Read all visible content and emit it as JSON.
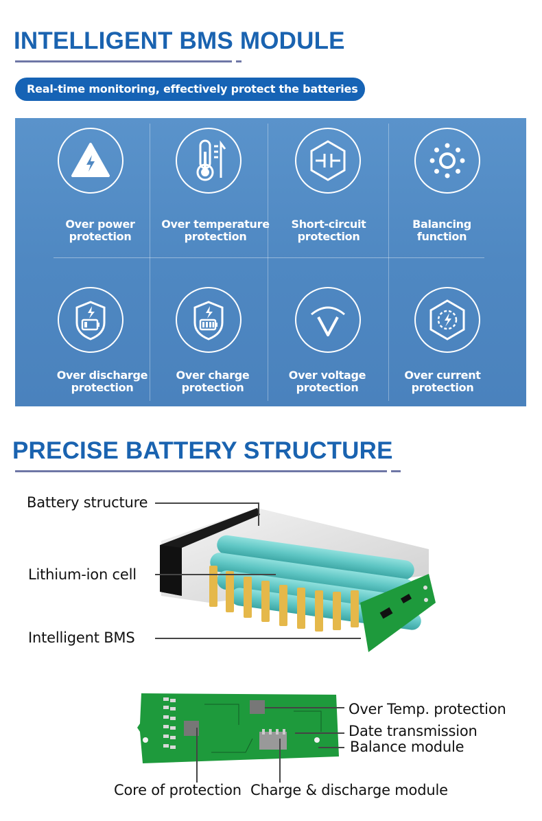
{
  "section1": {
    "title": "INTELLIGENT BMS MODULE",
    "subtitle": "Real-time monitoring, effectively protect the batteries",
    "features": [
      {
        "icon": "lightning-triangle-icon",
        "line1": "Over power",
        "line2": "protection"
      },
      {
        "icon": "thermometer-icon",
        "line1": "Over temperature",
        "line2": "protection"
      },
      {
        "icon": "short-circuit-icon",
        "line1": "Short-circuit",
        "line2": "protection"
      },
      {
        "icon": "balancing-icon",
        "line1": "Balancing",
        "line2": "function"
      },
      {
        "icon": "battery-low-icon",
        "line1": "Over discharge",
        "line2": "protection"
      },
      {
        "icon": "battery-full-icon",
        "line1": "Over charge",
        "line2": "protection"
      },
      {
        "icon": "voltage-gauge-icon",
        "line1": "Over voltage",
        "line2": "protection"
      },
      {
        "icon": "current-hexagon-icon",
        "line1": "Over current",
        "line2": "protection"
      }
    ]
  },
  "section2": {
    "title": "PRECISE BATTERY STRUCTURE",
    "labels": {
      "battery_structure": "Battery structure",
      "lithium_cell": "Lithium-ion cell",
      "intelligent_bms": "Intelligent BMS",
      "over_temp": "Over Temp. protection",
      "date_transmission": "Date transmission",
      "balance_module": "Balance module",
      "core_protection": "Core of protection",
      "charge_discharge": "Charge & discharge module"
    }
  },
  "colors": {
    "title_blue": "#1a63b0",
    "pill_blue": "#1663b5",
    "panel_blue": "#4f88c2",
    "cell_teal": "#5fc6c4",
    "pcb_green": "#1e9a3c"
  }
}
